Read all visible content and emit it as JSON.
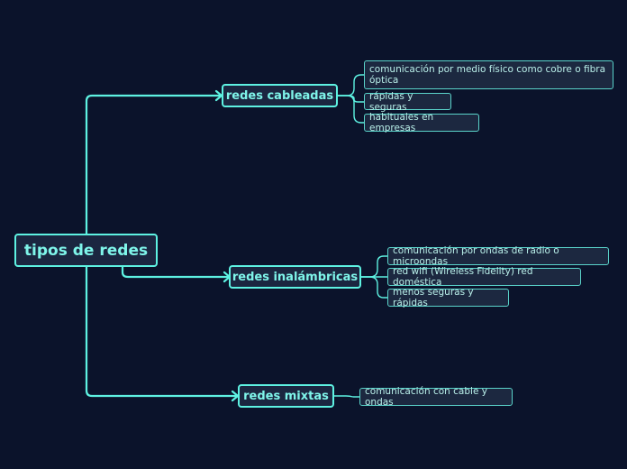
{
  "mindmap": {
    "root": "tipos de redes",
    "branches": [
      {
        "label": "redes cableadas",
        "items": [
          "comunicación por medio físico como cobre o fibra óptica",
          "rápidas y seguras",
          "habituales en empresas"
        ]
      },
      {
        "label": "redes inalámbricas",
        "items": [
          "comunicación por ondas de radio o microondas",
          "red wifi (Wireless Fidelity) red doméstica",
          "menos seguras y rápidas"
        ]
      },
      {
        "label": "redes mixtas",
        "items": [
          "comunicación con cable y ondas"
        ]
      }
    ]
  },
  "colors": {
    "background": "#0b132b",
    "line": "#5ef2e2",
    "node_text": "#7ff5ea",
    "leaf_text": "#b9efe9"
  }
}
